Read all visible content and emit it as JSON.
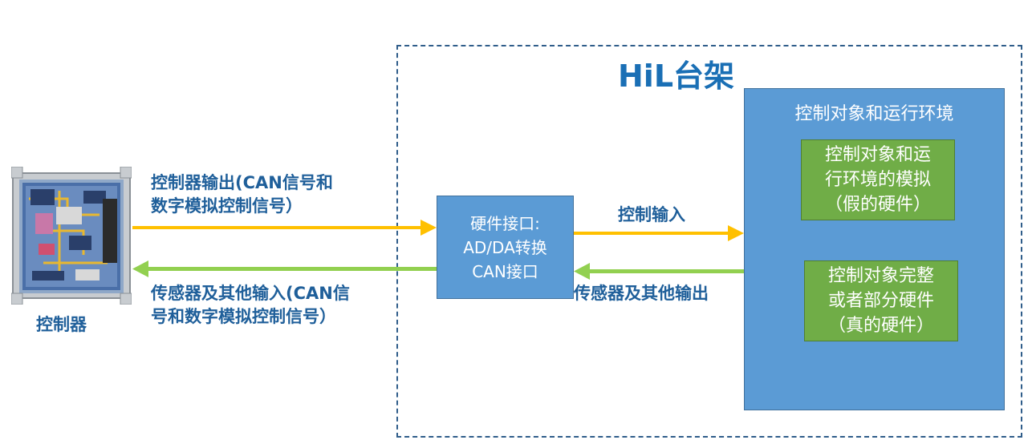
{
  "hil_title": "HiL台架",
  "controller_label": "控制器",
  "controller_output": [
    "控制器输出(CAN信号和",
    "数字模拟控制信号）"
  ],
  "sensor_input": [
    "传感器及其他输入(CAN信",
    "号和数字模拟控制信号）"
  ],
  "interface": [
    "硬件接口:",
    "AD/DA转换",
    "CAN接口"
  ],
  "control_input": "控制输入",
  "sensor_output": "传感器及其他输出",
  "plant_title": "控制对象和运行环境",
  "sim_box": [
    "控制对象和运",
    "行环境的模拟",
    "（假的硬件）"
  ],
  "real_box": [
    "控制对象完整",
    "或者部分硬件",
    "（真的硬件）"
  ],
  "colors": {
    "blue_box": "#5b9bd5",
    "green_box": "#70ad47",
    "output_arrow": "#ffc000",
    "input_arrow": "#92d050",
    "label_text": "#1f5f9a",
    "title_text": "#1a6fb5"
  }
}
